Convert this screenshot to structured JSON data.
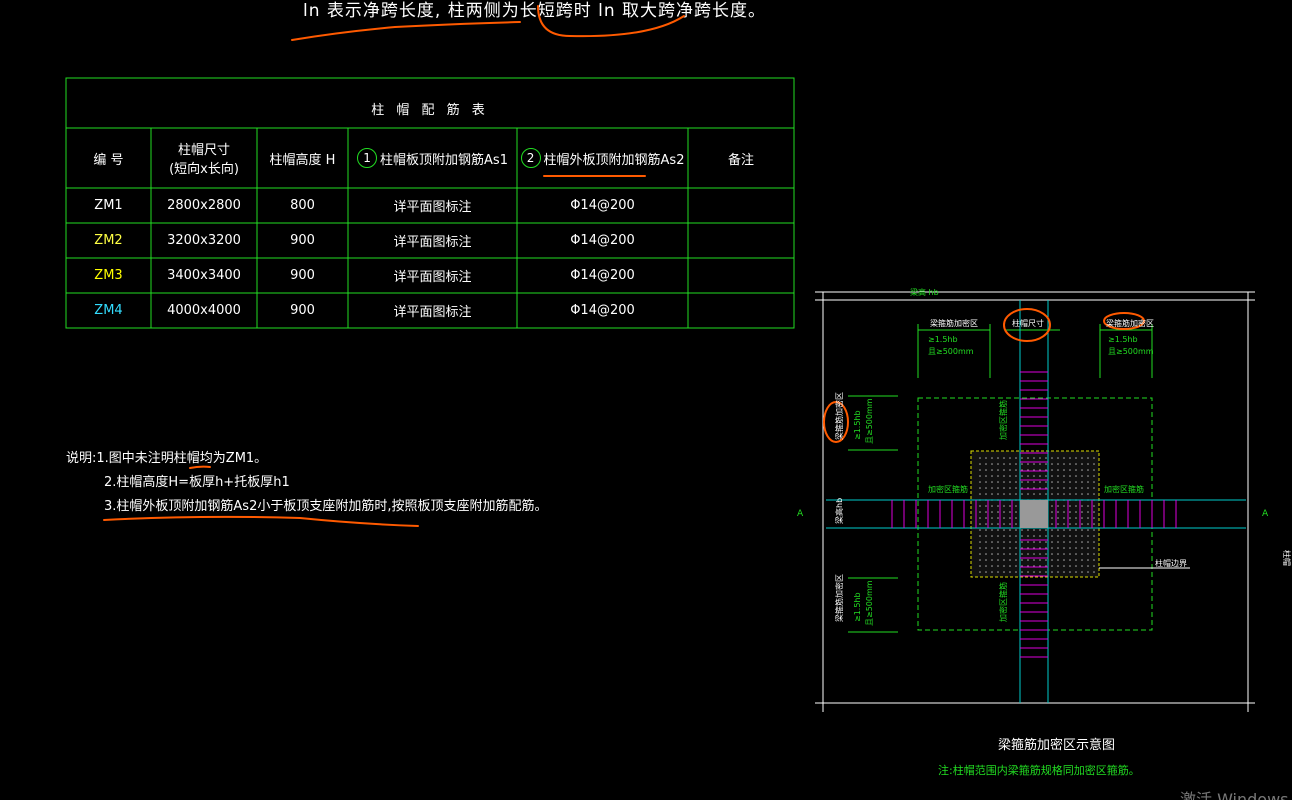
{
  "top_note": "ln 表示净跨长度, 柱两侧为长短跨时 ln 取大跨净跨长度。",
  "table": {
    "title": "柱 帽 配 筋 表",
    "headers": {
      "id": "编 号",
      "size_line1": "柱帽尺寸",
      "size_line2": "(短向x长向)",
      "height": "柱帽高度 H",
      "as1_num": "1",
      "as1": "柱帽板顶附加钢筋As1",
      "as2_num": "2",
      "as2": "柱帽外板顶附加钢筋As2",
      "remark": "备注"
    },
    "rows": [
      {
        "id": "ZM1",
        "id_color": "#ffffff",
        "size": "2800x2800",
        "height": "800",
        "as1": "详平面图标注",
        "as2": "Φ14@200",
        "remark": ""
      },
      {
        "id": "ZM2",
        "id_color": "#ffff44",
        "size": "3200x3200",
        "height": "900",
        "as1": "详平面图标注",
        "as2": "Φ14@200",
        "remark": ""
      },
      {
        "id": "ZM3",
        "id_color": "#ffff00",
        "size": "3400x3400",
        "height": "900",
        "as1": "详平面图标注",
        "as2": "Φ14@200",
        "remark": ""
      },
      {
        "id": "ZM4",
        "id_color": "#33ddff",
        "size": "4000x4000",
        "height": "900",
        "as1": "详平面图标注",
        "as2": "Φ14@200",
        "remark": ""
      }
    ]
  },
  "notes": {
    "line1": "说明:1.图中未注明柱帽均为ZM1。",
    "line2": "2.柱帽高度H=板厚h+托板厚h1",
    "line3": "3.柱帽外板顶附加钢筋As2小于板顶支座附加筋时,按照板顶支座附加筋配筋。"
  },
  "diagram": {
    "title": "梁箍筋加密区示意图",
    "note": "注:柱帽范围内梁箍筋规格同加密区箍筋。",
    "top_label": "梁高 hb",
    "label_left_top": "梁箍筋加密区",
    "label_center_top": "柱帽尺寸",
    "label_right_top": "梁箍筋加密区",
    "dim_left_top": "≥1.5hb",
    "dim_left_bot": "且≥500mm",
    "dim_right_top": "≥1.5hb",
    "dim_right_bot": "且≥500mm",
    "left_label_1": "梁箍筋加密区",
    "left_dim_1": "≥1.5hb",
    "left_dim_2": "且≥500mm",
    "left_label_2": "梁箍筋加密区",
    "left_dim_3": "≥1.5hb",
    "left_dim_4": "且≥500mm",
    "left_beam_label": "梁高hb",
    "center_top_label": "加密区箍筋",
    "center_left_label": "加密区箍筋",
    "center_right_label": "加密区箍筋",
    "center_bot_label": "加密区箍筋",
    "edge_label": "柱帽边界",
    "marker_a": "A",
    "right_edge_label": "柱帽"
  },
  "watermark": "激活 Windows",
  "colors": {
    "grid_green": "#22dd22",
    "magenta": "#dd00dd",
    "cyan": "#00cccc",
    "yellow": "#dddd00",
    "annotation_orange": "#ff5a00"
  }
}
